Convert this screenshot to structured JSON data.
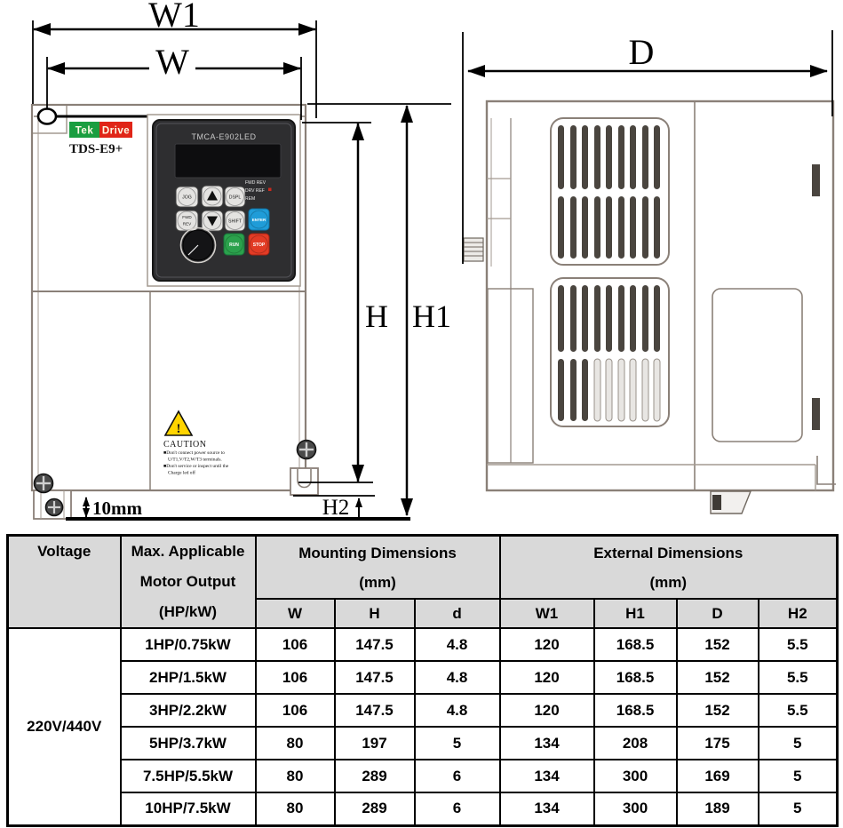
{
  "front_view": {
    "dim_labels": {
      "w1": "W1",
      "w": "W",
      "h": "H",
      "h1": "H1",
      "h2": "H2",
      "offset_10mm": "10mm"
    },
    "brand": {
      "logo_left": "Tek",
      "logo_right": "Drive",
      "model": "TDS-E9+"
    },
    "keypad": {
      "title": "TMCA-E902LED",
      "led_row1": "FWD REV",
      "led_row2": "DRV REF",
      "led_row3": "REM",
      "buttons": {
        "jog": "JOG",
        "dspl": "DSPL",
        "fwd": "FWD",
        "rev": "REV",
        "shift": "SHIFT",
        "enter": "ENTER",
        "run": "RUN",
        "stop": "STOP"
      }
    },
    "caution": {
      "mark": "!",
      "title": "CAUTION",
      "line1": "■Don't connect power source to",
      "line2": "U/T1,V/T2,W/T3 terminals.",
      "line3": "■Don't service or inspect until the",
      "line4": "Charge led off"
    }
  },
  "side_view": {
    "dim_label_d": "D"
  },
  "spec_table": {
    "col_voltage": "Voltage",
    "col_motor_l1": "Max. Applicable",
    "col_motor_l2": "Motor Output",
    "col_motor_l3": "(HP/kW)",
    "group_mounting": "Mounting Dimensions",
    "group_mounting_unit": "(mm)",
    "group_external": "External Dimensions",
    "group_external_unit": "(mm)",
    "sub_headers": {
      "w": "W",
      "h": "H",
      "d": "d",
      "w1": "W1",
      "h1": "H1",
      "dd": "D",
      "h2": "H2"
    },
    "voltage_value": "220V/440V",
    "rows": [
      {
        "motor": "1HP/0.75kW",
        "w": "106",
        "h": "147.5",
        "d": "4.8",
        "w1": "120",
        "h1": "168.5",
        "dd": "152",
        "h2": "5.5"
      },
      {
        "motor": "2HP/1.5kW",
        "w": "106",
        "h": "147.5",
        "d": "4.8",
        "w1": "120",
        "h1": "168.5",
        "dd": "152",
        "h2": "5.5"
      },
      {
        "motor": "3HP/2.2kW",
        "w": "106",
        "h": "147.5",
        "d": "4.8",
        "w1": "120",
        "h1": "168.5",
        "dd": "152",
        "h2": "5.5"
      },
      {
        "motor": "5HP/3.7kW",
        "w": "80",
        "h": "197",
        "d": "5",
        "w1": "134",
        "h1": "208",
        "dd": "175",
        "h2": "5"
      },
      {
        "motor": "7.5HP/5.5kW",
        "w": "80",
        "h": "289",
        "d": "6",
        "w1": "134",
        "h1": "300",
        "dd": "169",
        "h2": "5"
      },
      {
        "motor": "10HP/7.5kW",
        "w": "80",
        "h": "289",
        "d": "6",
        "w1": "134",
        "h1": "300",
        "dd": "189",
        "h2": "5"
      }
    ]
  },
  "colors": {
    "outline": "#8a8078",
    "dimension": "#000000",
    "header_bg": "#d9d9d9",
    "enter_blue": "#1f9cd8",
    "run_green": "#2ba14c",
    "stop_red": "#e23b25",
    "logo_green": "#1a9e40",
    "logo_red": "#e02517",
    "caution_yellow": "#ffd400"
  }
}
